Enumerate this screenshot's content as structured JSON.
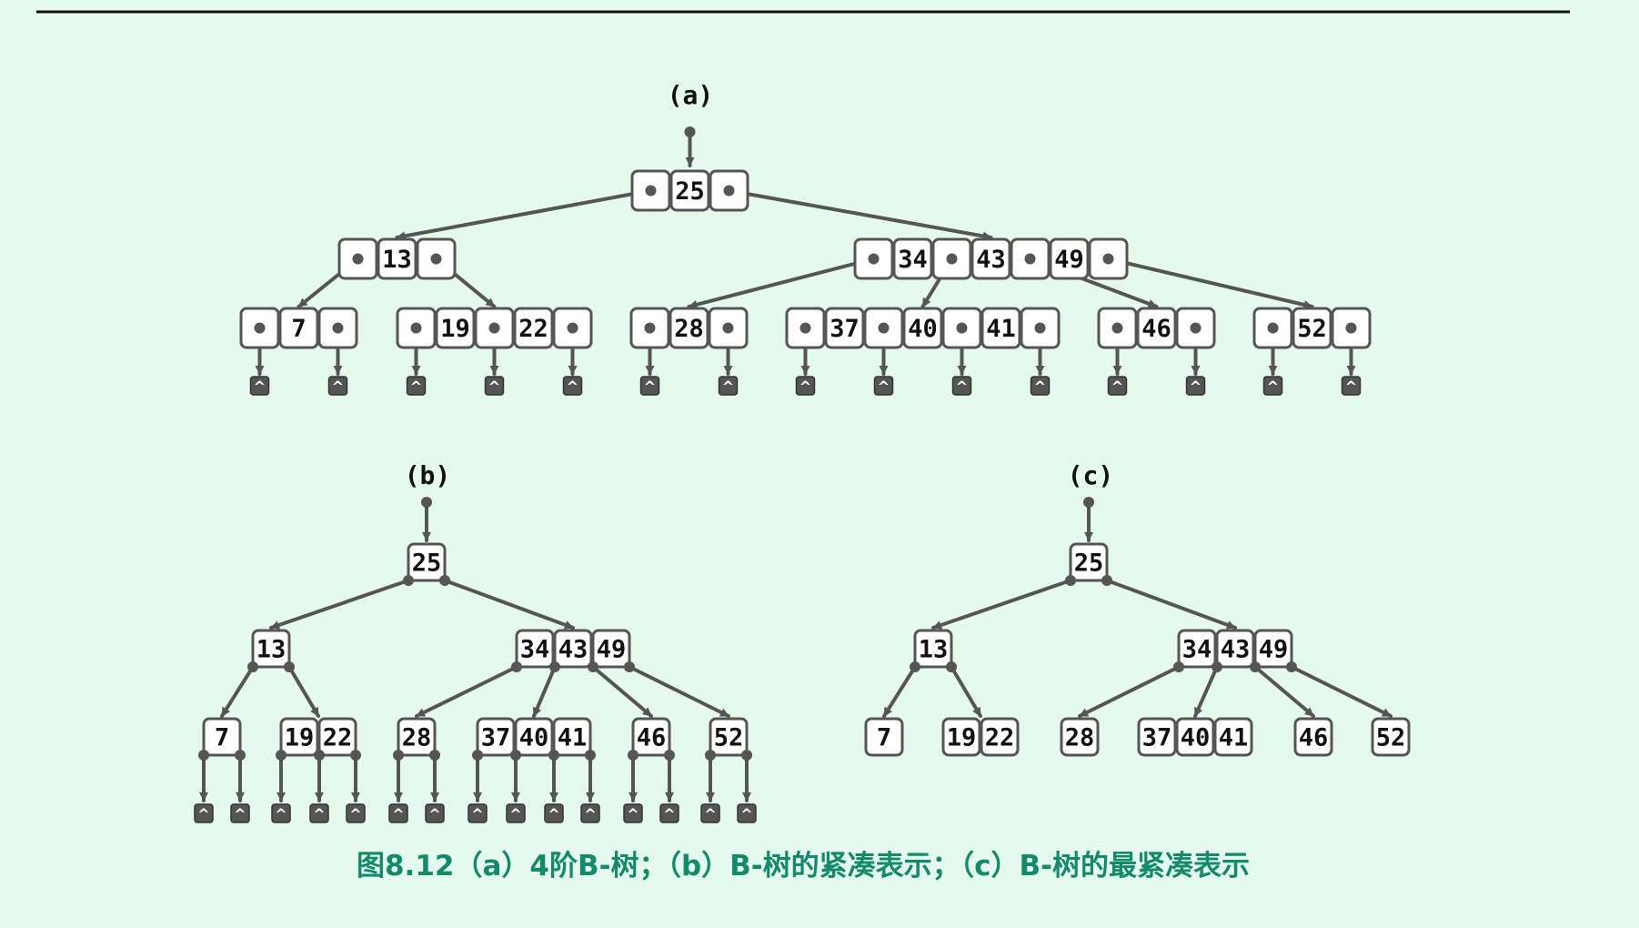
{
  "figure": {
    "caption": "图8.12（a）4阶B-树；（b）B-树的紧凑表示；（c）B-树的最紧凑表示",
    "colors": {
      "background": "#e6f9ef",
      "caption": "#138a6c",
      "line": "#555555",
      "node_fill": "#ffffff",
      "nil_fill": "#555555"
    },
    "null_symbol": "^",
    "panels": [
      {
        "id": "a",
        "label": "(a)",
        "style": "explicit-pointers",
        "show_null_leaves": true,
        "levels": [
          [
            [
              "25"
            ]
          ],
          [
            [
              "13"
            ],
            [
              "34",
              "43",
              "49"
            ]
          ],
          [
            [
              "7"
            ],
            [
              "19",
              "22"
            ],
            [
              "28"
            ],
            [
              "37",
              "40",
              "41"
            ],
            [
              "46"
            ],
            [
              "52"
            ]
          ]
        ]
      },
      {
        "id": "b",
        "label": "(b)",
        "style": "compact",
        "show_null_leaves": true,
        "levels": [
          [
            [
              "25"
            ]
          ],
          [
            [
              "13"
            ],
            [
              "34",
              "43",
              "49"
            ]
          ],
          [
            [
              "7"
            ],
            [
              "19",
              "22"
            ],
            [
              "28"
            ],
            [
              "37",
              "40",
              "41"
            ],
            [
              "46"
            ],
            [
              "52"
            ]
          ]
        ]
      },
      {
        "id": "c",
        "label": "(c)",
        "style": "most-compact",
        "show_null_leaves": false,
        "levels": [
          [
            [
              "25"
            ]
          ],
          [
            [
              "13"
            ],
            [
              "34",
              "43",
              "49"
            ]
          ],
          [
            [
              "7"
            ],
            [
              "19",
              "22"
            ],
            [
              "28"
            ],
            [
              "37",
              "40",
              "41"
            ],
            [
              "46"
            ],
            [
              "52"
            ]
          ]
        ]
      }
    ]
  }
}
